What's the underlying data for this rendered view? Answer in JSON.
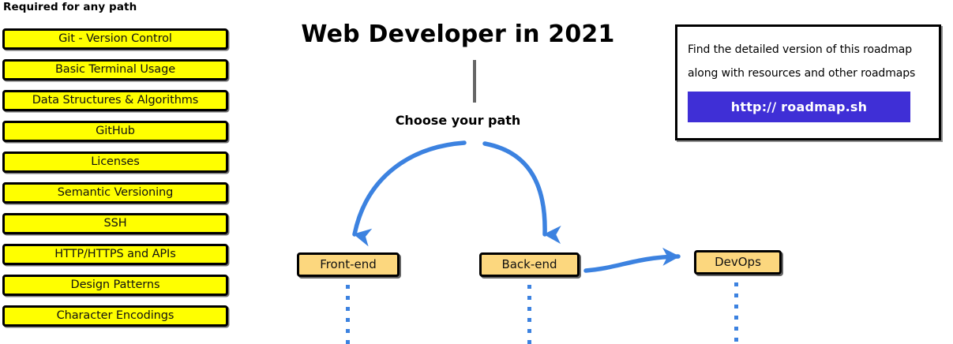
{
  "required": {
    "heading": "Required for any path",
    "items": [
      {
        "label": "Git - Version Control"
      },
      {
        "label": "Basic Terminal Usage"
      },
      {
        "label": "Data Structures & Algorithms"
      },
      {
        "label": "GitHub"
      },
      {
        "label": "Licenses"
      },
      {
        "label": "Semantic Versioning"
      },
      {
        "label": "SSH"
      },
      {
        "label": "HTTP/HTTPS and APIs"
      },
      {
        "label": "Design Patterns"
      },
      {
        "label": "Character Encodings"
      }
    ]
  },
  "center": {
    "title": "Web Developer in 2021",
    "choose_path_label": "Choose your path",
    "paths": [
      {
        "label": "Front-end"
      },
      {
        "label": "Back-end"
      },
      {
        "label": "DevOps"
      }
    ]
  },
  "card": {
    "line1": "Find the detailed version of this roadmap",
    "line2": "along with resources and other roadmaps",
    "url_label": "http:// roadmap.sh"
  },
  "colors": {
    "required_box_fill": "#ffff00",
    "path_box_fill": "#fcd77e",
    "arrow_blue": "#3c82e0",
    "url_button_purple": "#3f2fd6",
    "stem_gray": "#666666",
    "outline_black": "#000000"
  }
}
